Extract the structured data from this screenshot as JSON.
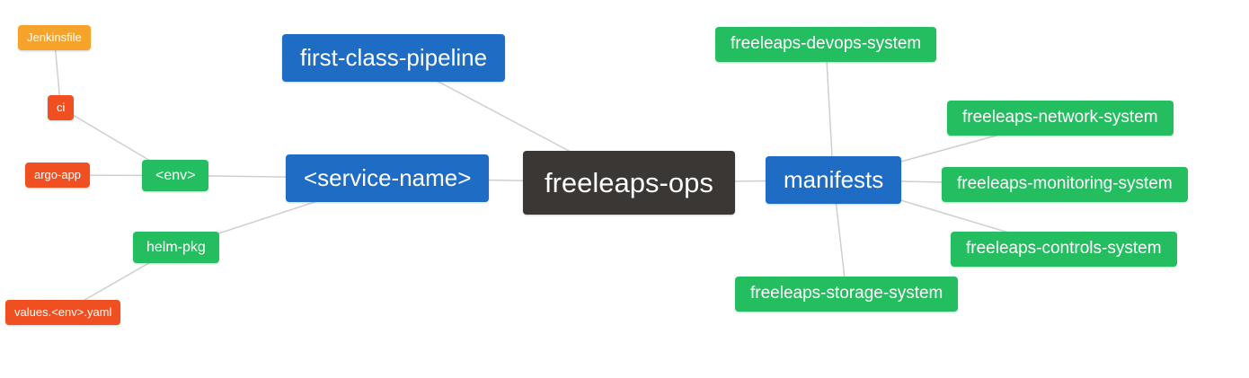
{
  "colors": {
    "blue": "#1f6cc5",
    "dark": "#3a3734",
    "green": "#24bd60",
    "orange": "#f5a32b",
    "red": "#f04f21",
    "edge": "#cfcfcf",
    "background": "#ffffff"
  },
  "nodes": [
    {
      "id": "jenkinsfile",
      "label": "Jenkinsfile",
      "color": "orange"
    },
    {
      "id": "ci",
      "label": "ci",
      "color": "red"
    },
    {
      "id": "argo-app",
      "label": "argo-app",
      "color": "red"
    },
    {
      "id": "env",
      "label": "<env>",
      "color": "green"
    },
    {
      "id": "service-name",
      "label": "<service-name>",
      "color": "blue"
    },
    {
      "id": "first-class-pipeline",
      "label": "first-class-pipeline",
      "color": "blue"
    },
    {
      "id": "freeleaps-ops",
      "label": "freeleaps-ops",
      "color": "dark"
    },
    {
      "id": "manifests",
      "label": "manifests",
      "color": "blue"
    },
    {
      "id": "helm-pkg",
      "label": "helm-pkg",
      "color": "green"
    },
    {
      "id": "values-env-yaml",
      "label": "values.<env>.yaml",
      "color": "red"
    },
    {
      "id": "devops",
      "label": "freeleaps-devops-system",
      "color": "green"
    },
    {
      "id": "network",
      "label": "freeleaps-network-system",
      "color": "green"
    },
    {
      "id": "monitoring",
      "label": "freeleaps-monitoring-system",
      "color": "green"
    },
    {
      "id": "controls",
      "label": "freeleaps-controls-system",
      "color": "green"
    },
    {
      "id": "storage",
      "label": "freeleaps-storage-system",
      "color": "green"
    }
  ],
  "edges": [
    {
      "from": "jenkinsfile",
      "to": "ci"
    },
    {
      "from": "ci",
      "to": "env"
    },
    {
      "from": "argo-app",
      "to": "env"
    },
    {
      "from": "env",
      "to": "service-name"
    },
    {
      "from": "helm-pkg",
      "to": "service-name"
    },
    {
      "from": "values-env-yaml",
      "to": "helm-pkg"
    },
    {
      "from": "first-class-pipeline",
      "to": "freeleaps-ops"
    },
    {
      "from": "service-name",
      "to": "freeleaps-ops"
    },
    {
      "from": "freeleaps-ops",
      "to": "manifests"
    },
    {
      "from": "manifests",
      "to": "devops"
    },
    {
      "from": "manifests",
      "to": "network"
    },
    {
      "from": "manifests",
      "to": "monitoring"
    },
    {
      "from": "manifests",
      "to": "controls"
    },
    {
      "from": "manifests",
      "to": "storage"
    }
  ]
}
